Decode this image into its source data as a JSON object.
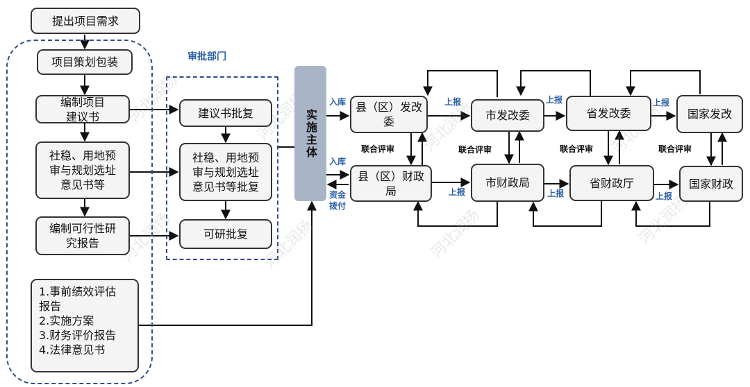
{
  "left": {
    "n1": "提出项目需求",
    "n2": "项目策划包装",
    "n3": "编制项目\n建议书",
    "n4": "社稳、用地预\n审与规划选址\n意见书等",
    "n5": "编制可行性研\n究报告",
    "n6": "1.事前绩效评估\n报告\n2.实施方案\n3.财务评价报告\n4.法律意见书"
  },
  "approval": {
    "title": "审批部门",
    "a1": "建议书批复",
    "a2": "社稳、用地预\n审与规划选址\n意见书等批复",
    "a3": "可研批复"
  },
  "entity": "实施主体",
  "reform": {
    "county": "县（区）发改\n委",
    "city": "市发改委",
    "province": "省发改委",
    "nation": "国家发改"
  },
  "finance": {
    "county": "县（区）财政\n局",
    "city": "市财政局",
    "province": "省财政厅",
    "nation": "国家财政"
  },
  "labels": {
    "ruku1": "入库",
    "ruku2": "入库",
    "zijin": "资金\n拨付",
    "report": "上报",
    "joint": "联合评审"
  },
  "watermark": "河北润扬"
}
